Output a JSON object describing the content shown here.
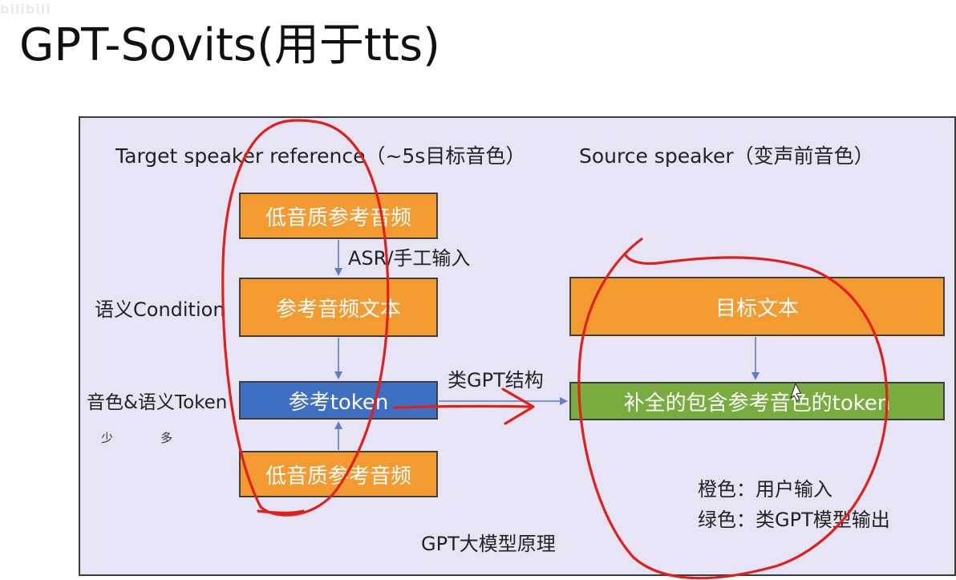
{
  "watermark": "bilibili",
  "title": "GPT-Sovits(用于tts)",
  "diagram": {
    "headers": {
      "target": "Target speaker reference（~5s目标音色）",
      "source": "Source speaker（变声前音色）"
    },
    "left_labels": {
      "semantic": "语义Condition",
      "token": "音色&语义Token",
      "less": "少",
      "more": "多"
    },
    "boxes": {
      "low_quality_top": "低音质参考音频",
      "ref_text": "参考音频文本",
      "ref_token": "参考token",
      "low_quality_bottom": "低音质参考音频",
      "target_text": "目标文本",
      "completed_token": "补全的包含参考音色的token"
    },
    "arrow_labels": {
      "asr": "ASR/手工输入",
      "gpt_like": "类GPT结构"
    },
    "legend": {
      "orange": "橙色：用户输入",
      "green": "绿色：类GPT模型输出"
    },
    "footer": "GPT大模型原理",
    "colors": {
      "orange": "#f39a30",
      "blue": "#3f6fc3",
      "green": "#78ac3e",
      "annotation": "#e0201b"
    }
  }
}
